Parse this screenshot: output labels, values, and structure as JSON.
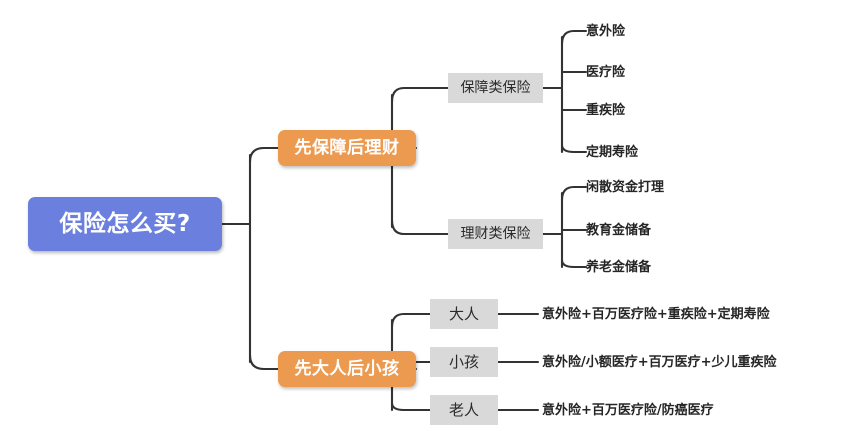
{
  "diagram": {
    "type": "mind-map",
    "title": "保险怎么买?",
    "colors": {
      "root_fill": "#6B80DE",
      "root_text": "#FFFFFF",
      "branch_fill": "#EC9A50",
      "branch_text": "#FFFFFF",
      "sub_fill": "#D9D9D9",
      "sub_text": "#2B2B2B",
      "leaf_text": "#262626",
      "connector": "#333333",
      "background": "#FFFFFF"
    }
  },
  "root": {
    "label": "保险怎么买?"
  },
  "branches": [
    {
      "label": "先保障后理财",
      "children": [
        {
          "label": "保障类保险",
          "children": [
            {
              "label": "意外险"
            },
            {
              "label": "医疗险"
            },
            {
              "label": "重疾险"
            },
            {
              "label": "定期寿险"
            }
          ]
        },
        {
          "label": "理财类保险",
          "children": [
            {
              "label": "闲散资金打理"
            },
            {
              "label": "教育金储备"
            },
            {
              "label": "养老金储备"
            }
          ]
        }
      ]
    },
    {
      "label": "先大人后小孩",
      "children": [
        {
          "label": "大人",
          "detail": "意外险+百万医疗险+重疾险+定期寿险"
        },
        {
          "label": "小孩",
          "detail": "意外险/小额医疗+百万医疗+少儿重疾险"
        },
        {
          "label": "老人",
          "detail": "意外险+百万医疗险/防癌医疗"
        }
      ]
    }
  ]
}
